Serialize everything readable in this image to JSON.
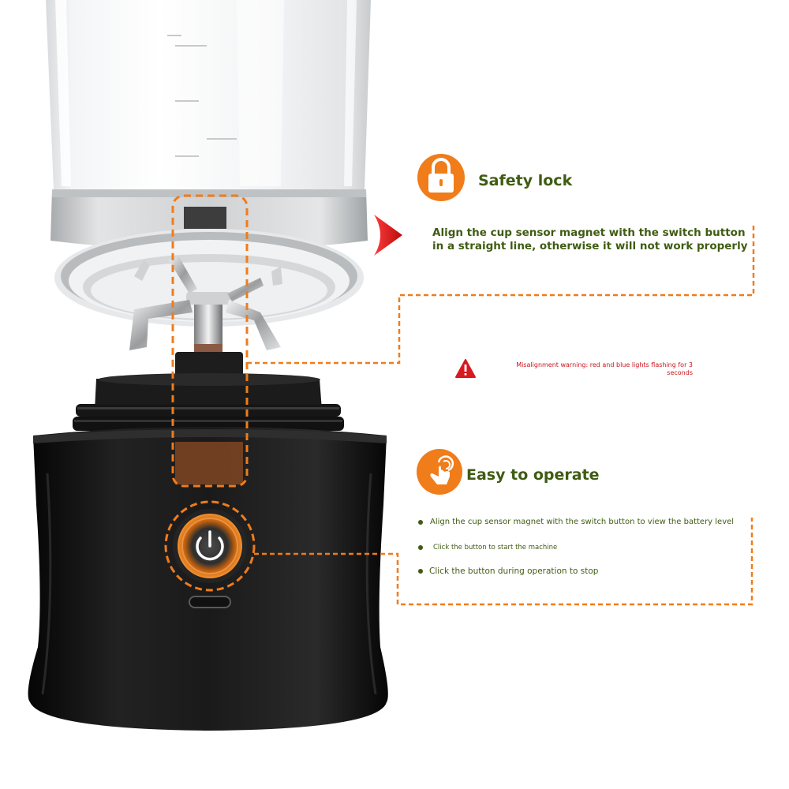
{
  "colors": {
    "accent_orange": "#f07c1a",
    "title_green": "#3f5c12",
    "warning_red": "#c8141e",
    "base_black": "#161616"
  },
  "safety_lock": {
    "icon": "padlock-icon",
    "title": "Safety lock",
    "description": "Align the cup sensor magnet with the switch button in a straight line, otherwise it will not work properly",
    "warning_icon": "warning-triangle-icon",
    "warning": "Misalignment warning: red and blue lights flashing for 3 seconds"
  },
  "easy_operate": {
    "icon": "hand-tap-icon",
    "title": "Easy to operate",
    "steps": [
      "Align the cup sensor magnet with the switch button to view the battery level",
      "Click the button to start the machine",
      "Click the button during operation to stop"
    ]
  },
  "product": {
    "power_button_icon": "power-icon",
    "port_icon": "usb-c-port-icon"
  }
}
